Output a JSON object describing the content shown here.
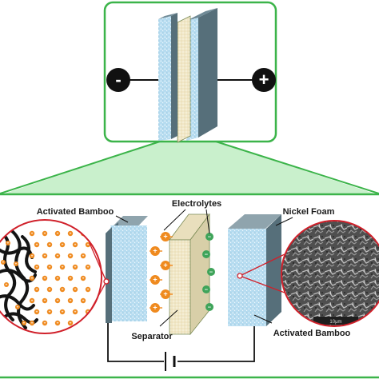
{
  "labels": {
    "electrolytes": "Electrolytes",
    "activated_bamboo_left": "Activated Bamboo",
    "nickel_foam": "Nickel Foam",
    "separator": "Separator",
    "activated_bamboo_right": "Activated Bamboo",
    "negative_terminal": "-",
    "positive_terminal": "+",
    "sem_scale_text": "10μm"
  },
  "colors": {
    "frame_green": "#3cb44a",
    "band_light_green": "#c9f0cc",
    "electrode_face": "#a9d6ee",
    "electrode_side": "#566f7a",
    "separator_face": "#efe6c8",
    "separator_outline": "#7a8a55",
    "cation_orange": "#ef8a1f",
    "anion_green": "#3fa45a",
    "sem_gray": "#5c5c5c",
    "terminal_black": "#111111"
  },
  "ions": {
    "cation_symbol": "+",
    "anion_symbol": "−"
  }
}
